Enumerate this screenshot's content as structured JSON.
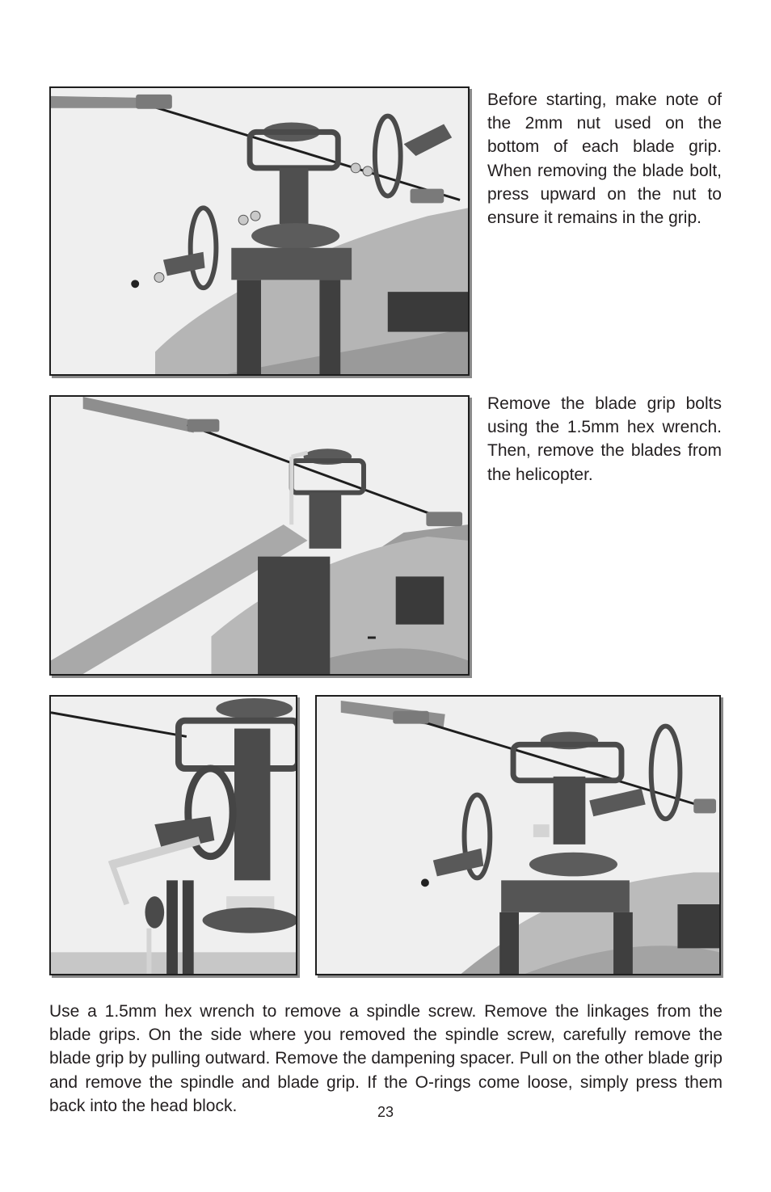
{
  "steps": [
    {
      "text": "Before starting, make note of the 2mm nut used on the bottom of each blade grip. When removing the blade bolt, press upward on the nut to ensure it remains in the grip."
    },
    {
      "text": "Remove the blade grip bolts using the 1.5mm hex wrench. Then, remove the blades from the helicopter."
    },
    {
      "text": "Use a 1.5mm hex wrench to remove a spindle screw. Remove the linkages from the blade grips. On the side where you removed the spindle screw, carefully remove the blade grip by pulling outward. Remove the dampening spacer. Pull on the other blade grip and remove the spindle and blade grip. If the O-rings come loose, simply press them back into the head block."
    }
  ],
  "page_number": "23"
}
